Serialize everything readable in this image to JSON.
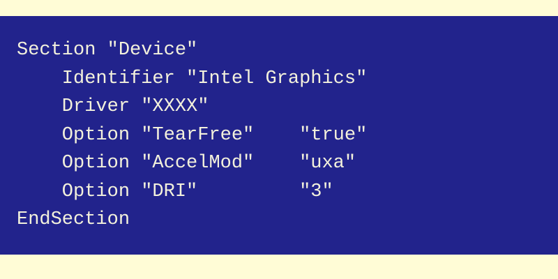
{
  "colors": {
    "background": "#fffcd6",
    "code_background": "#22238c",
    "code_text": "#f3f1dc"
  },
  "lines": [
    "Section \"Device\"",
    "    Identifier \"Intel Graphics\"",
    "    Driver \"XXXX\"",
    "    Option \"TearFree\"    \"true\"",
    "    Option \"AccelMod\"    \"uxa\"",
    "    Option \"DRI\"         \"3\"",
    "EndSection"
  ]
}
